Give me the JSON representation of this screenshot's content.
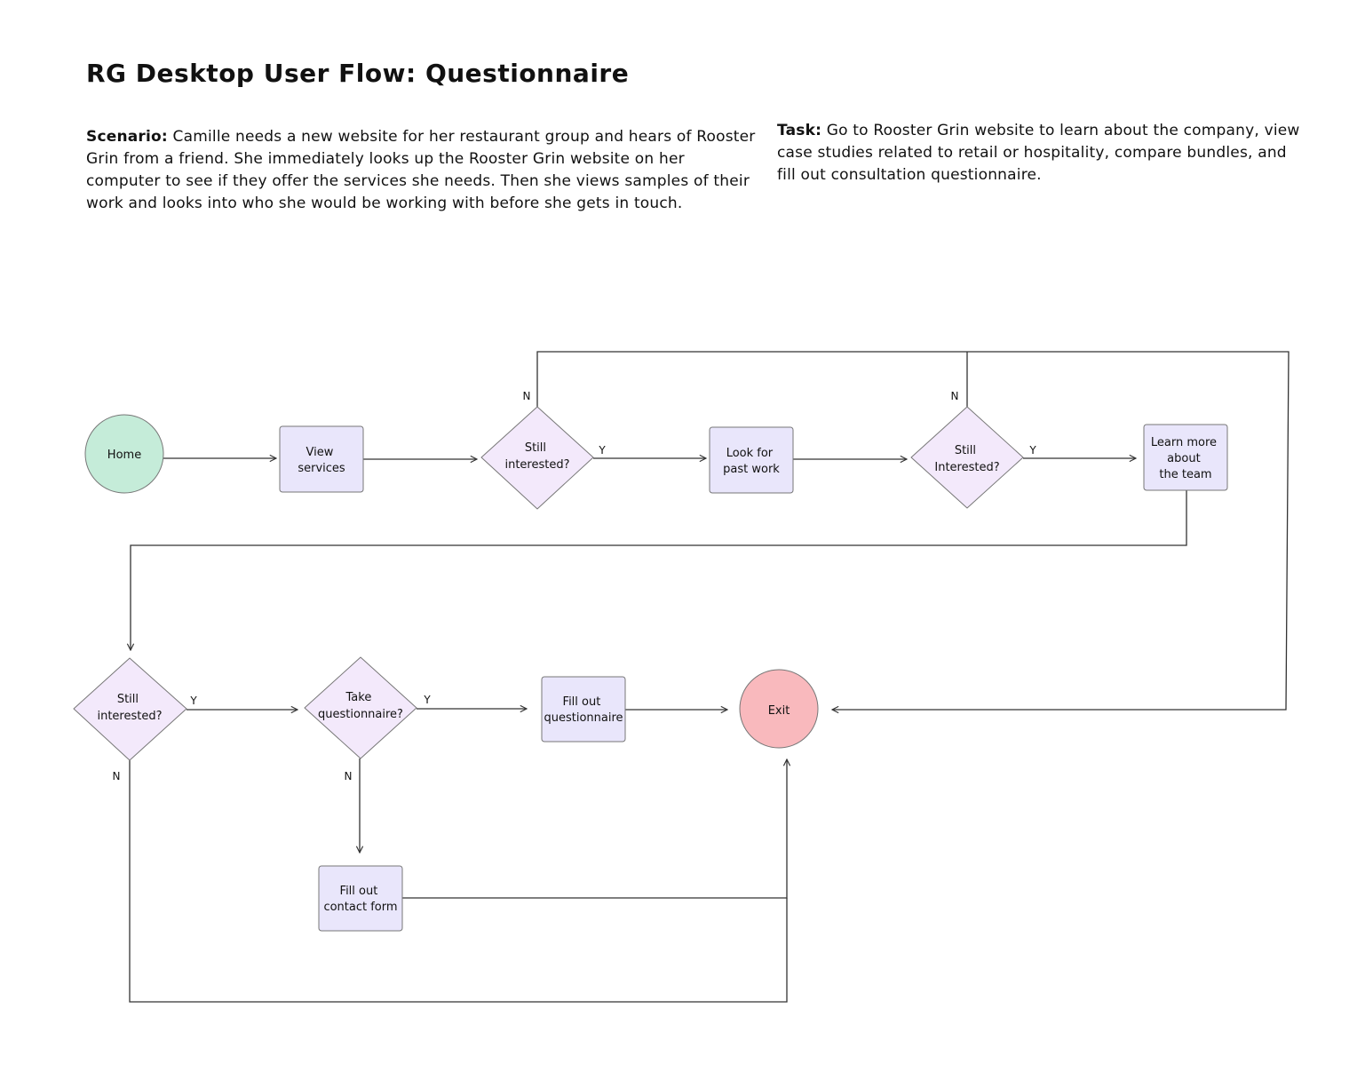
{
  "header": {
    "title": "RG Desktop User Flow: Questionnaire",
    "scenario_label": "Scenario:",
    "scenario_text": " Camille needs a new website for her restaurant group and hears of Rooster Grin from a friend. She immediately looks up the Rooster Grin website on her computer to see if they offer the services she needs. Then she views samples of their work and looks into who she would be working with before she gets in touch.",
    "task_label": "Task:",
    "task_text": " Go to Rooster Grin website to learn about the company, view case studies related to retail or hospitality, compare bundles, and fill out consultation questionnaire."
  },
  "colors": {
    "start": "#c5ecd9",
    "end": "#f9b9bd",
    "process": "#e9e6fb",
    "decision": "#f3e9fb",
    "stroke": "#777777",
    "line": "#333333"
  },
  "nodes": {
    "home": {
      "label": [
        "Home"
      ]
    },
    "view_services": {
      "label": [
        "View",
        "services"
      ]
    },
    "still_interested_1": {
      "label": [
        "Still",
        "interested?"
      ]
    },
    "look_past_work": {
      "label": [
        "Look for",
        "past work"
      ]
    },
    "still_interested_2": {
      "label": [
        "Still",
        "Interested?"
      ]
    },
    "learn_team": {
      "label": [
        "Learn more",
        "about",
        "the team"
      ]
    },
    "still_interested_3": {
      "label": [
        "Still",
        "interested?"
      ]
    },
    "take_questionnaire": {
      "label": [
        "Take",
        "questionnaire?"
      ]
    },
    "fill_questionnaire": {
      "label": [
        "Fill out",
        "questionnaire"
      ]
    },
    "exit": {
      "label": [
        "Exit"
      ]
    },
    "fill_contact": {
      "label": [
        "Fill out",
        "contact form"
      ]
    }
  },
  "edge_labels": {
    "d1_no": "N",
    "d1_yes": "Y",
    "d2_no": "N",
    "d2_yes": "Y",
    "d3_yes": "Y",
    "d3_no": "N",
    "d4_yes": "Y",
    "d4_no": "N"
  }
}
